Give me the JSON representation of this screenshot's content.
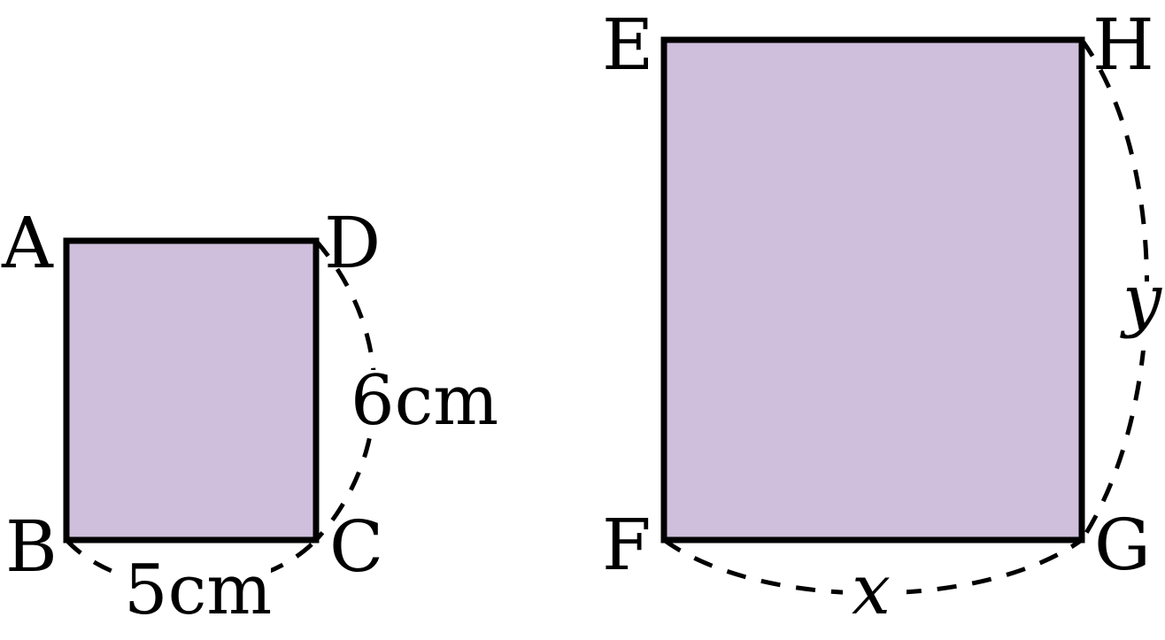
{
  "colors": {
    "fill": "#cfbfdc",
    "stroke": "#000000",
    "background": "#ffffff"
  },
  "small_rectangle": {
    "vertices": {
      "top_left": "A",
      "top_right": "D",
      "bottom_left": "B",
      "bottom_right": "C"
    },
    "width_label": "5cm",
    "height_label": "6cm"
  },
  "large_rectangle": {
    "vertices": {
      "top_left": "E",
      "top_right": "H",
      "bottom_left": "F",
      "bottom_right": "G"
    },
    "width_label": "x",
    "height_label": "y"
  }
}
